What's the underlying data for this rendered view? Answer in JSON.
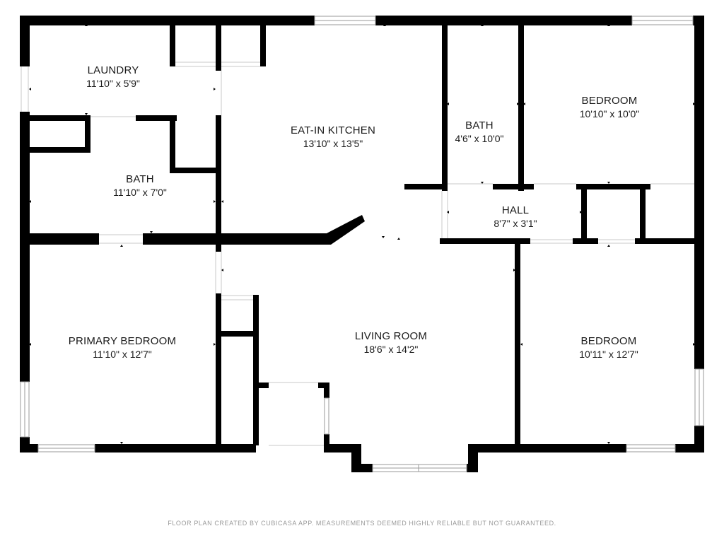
{
  "rooms": {
    "laundry": {
      "name": "LAUNDRY",
      "dims": "11'10\" x 5'9\""
    },
    "bath_left": {
      "name": "BATH",
      "dims": "11'10\" x 7'0\""
    },
    "kitchen": {
      "name": "EAT-IN KITCHEN",
      "dims": "13'10\" x 13'5\""
    },
    "bath_center": {
      "name": "BATH",
      "dims": "4'6\" x 10'0\""
    },
    "bedroom_top": {
      "name": "BEDROOM",
      "dims": "10'10\" x 10'0\""
    },
    "hall": {
      "name": "HALL",
      "dims": "8'7\" x 3'1\""
    },
    "primary_bedroom": {
      "name": "PRIMARY BEDROOM",
      "dims": "11'10\" x 12'7\""
    },
    "living_room": {
      "name": "LIVING ROOM",
      "dims": "18'6\" x 14'2\""
    },
    "bedroom_bottom": {
      "name": "BEDROOM",
      "dims": "10'11\" x 12'7\""
    }
  },
  "footer": "FLOOR PLAN CREATED BY CUBICASA APP. MEASUREMENTS DEEMED HIGHLY RELIABLE BUT NOT GUARANTEED.",
  "colors": {
    "wall": "#000000",
    "window_frame": "#9a9a9a",
    "background": "#ffffff"
  }
}
